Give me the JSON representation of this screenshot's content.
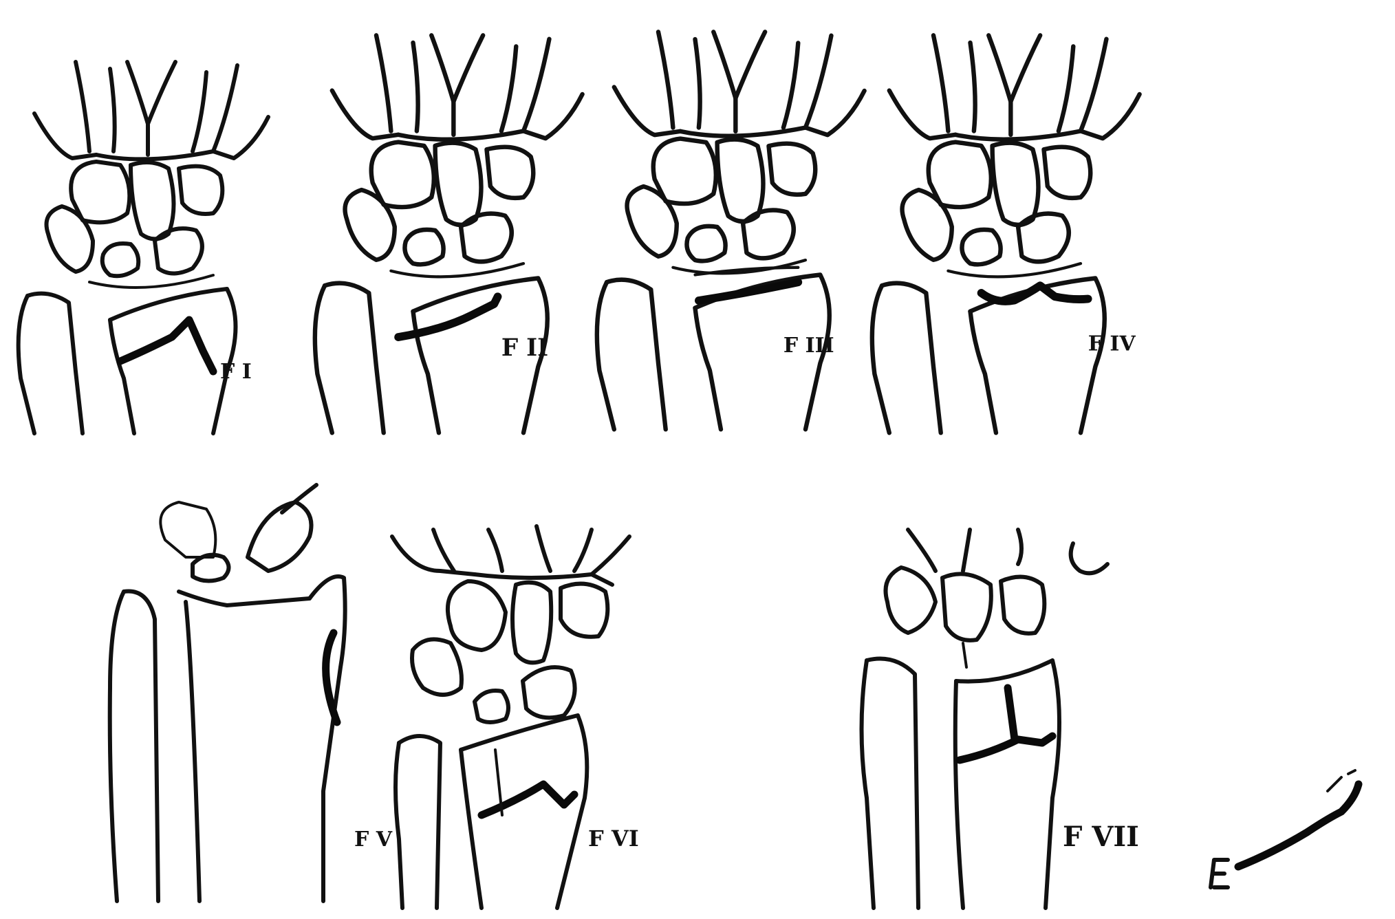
{
  "figure": {
    "panels": [
      {
        "id": "fi",
        "label": "F I"
      },
      {
        "id": "fii",
        "label": "F II"
      },
      {
        "id": "fiii",
        "label": "F III"
      },
      {
        "id": "fiv",
        "label": "F IV"
      },
      {
        "id": "fv",
        "label": "F V"
      },
      {
        "id": "fvi",
        "label": "F VI"
      },
      {
        "id": "fvii",
        "label": "F VII"
      }
    ],
    "signature_text": "E. A."
  }
}
